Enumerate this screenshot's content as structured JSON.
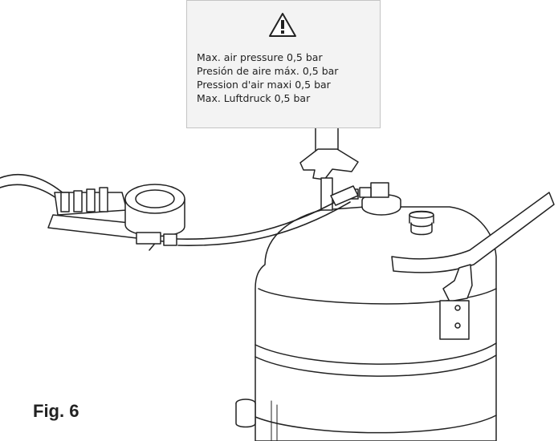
{
  "warning": {
    "icon": "warning-triangle-icon",
    "lines": [
      "Max. air pressure 0,5 bar",
      "Presión de aire máx. 0,5 bar",
      "Pression d'air maxi 0,5 bar",
      "Max. Luftdruck 0,5 bar"
    ]
  },
  "figure": {
    "label": "Fig. 6"
  }
}
